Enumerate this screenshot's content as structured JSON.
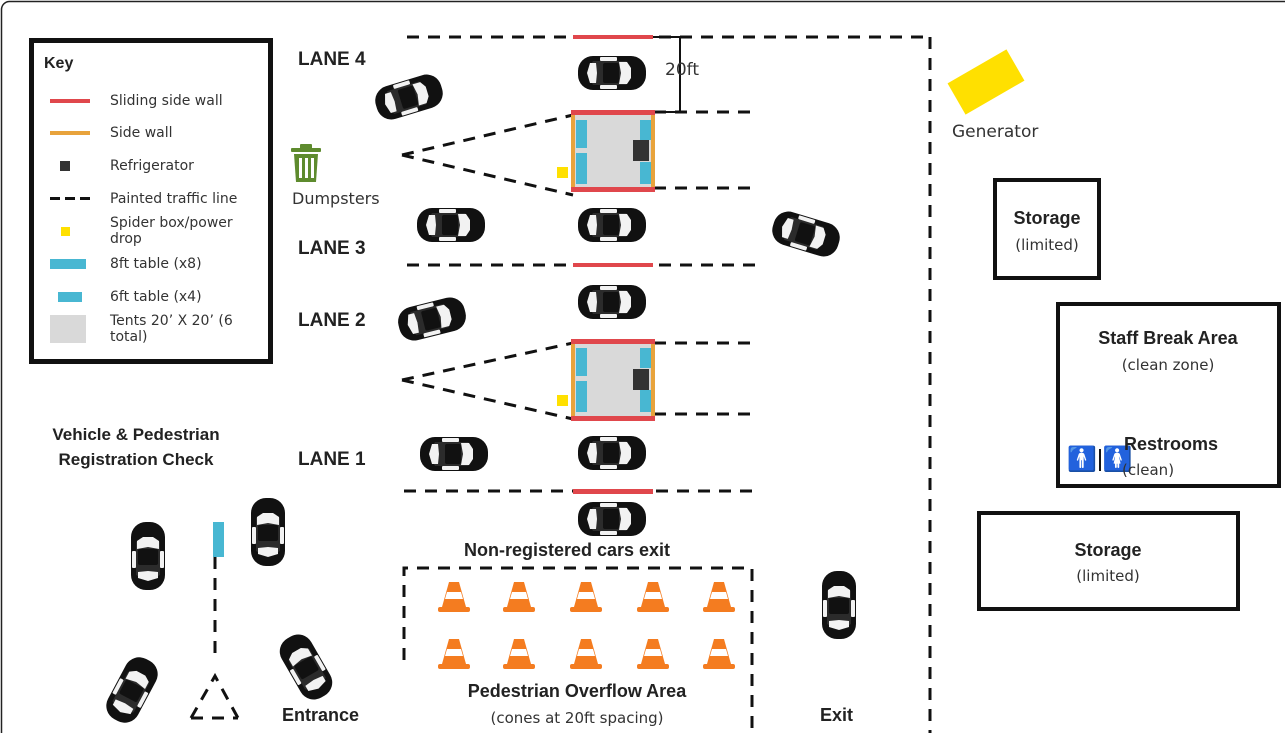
{
  "key": {
    "title": "Key",
    "items": [
      {
        "label": "Sliding side wall",
        "symbol": "sliding-side-wall",
        "color": "#E0474C"
      },
      {
        "label": "Side wall",
        "symbol": "side-wall",
        "color": "#E8A33C"
      },
      {
        "label": "Refrigerator",
        "symbol": "refrigerator",
        "color": "#333333"
      },
      {
        "label": "Painted traffic line",
        "symbol": "traffic-line",
        "color": "#111111"
      },
      {
        "label": "Spider box/power drop",
        "symbol": "spider-box",
        "color": "#FFE000"
      },
      {
        "label": "8ft table (x8)",
        "symbol": "table-8ft",
        "color": "#48B7D2"
      },
      {
        "label": "6ft table (x4)",
        "symbol": "table-6ft",
        "color": "#48B7D2"
      },
      {
        "label": "Tents 20’ X 20’ (6 total)",
        "symbol": "tent",
        "color": "#D9D9D9"
      }
    ]
  },
  "lanes": [
    "LANE 4",
    "LANE 3",
    "LANE 2",
    "LANE 1"
  ],
  "labels": {
    "spacing": "20ft",
    "generator": "Generator",
    "dumpsters": "Dumpsters",
    "registration": [
      "Vehicle & Pedestrian",
      "Registration Check"
    ],
    "entrance": "Entrance",
    "exit": "Exit",
    "non_registered_exit": "Non-registered cars exit",
    "overflow_title": "Pedestrian Overflow Area",
    "overflow_note": "(cones at 20ft spacing)"
  },
  "facilities": {
    "storage_top": {
      "title": "Storage",
      "note": "(limited)"
    },
    "break_area": {
      "title": "Staff Break Area",
      "note": "(clean zone)"
    },
    "restrooms": {
      "title": "Restrooms",
      "note": "(clean)",
      "icon": "restroom-icon"
    },
    "storage_bottom": {
      "title": "Storage",
      "note": "(limited)"
    }
  },
  "colors": {
    "sliding_wall": "#E0474C",
    "side_wall": "#E8A33C",
    "table": "#48B7D2",
    "tent": "#D9D9D9",
    "refrigerator": "#333333",
    "spider_box": "#FFE000",
    "generator": "#FFE000",
    "cone": "#F47C20",
    "dumpster": "#5E8B2E",
    "car": "#111111"
  }
}
